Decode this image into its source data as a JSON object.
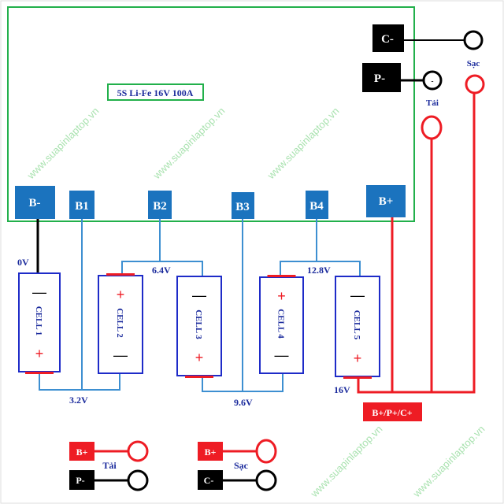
{
  "board": {
    "label": "5S Li-Fe 16V 100A",
    "pads": [
      "B-",
      "B1",
      "B2",
      "B3",
      "B4",
      "B+"
    ],
    "charge_neg": "C-",
    "load_neg": "P-"
  },
  "terminals": {
    "charge": "Sạc",
    "load": "Tải",
    "plus": "+",
    "minus": "-"
  },
  "cells": [
    "CELL 1",
    "CELL 2",
    "CELL 3",
    "CELL 4",
    "CELL 5"
  ],
  "voltages": {
    "v0": "0V",
    "v1": "3.2V",
    "v2": "6.4V",
    "v3": "9.6V",
    "v4": "12.8V",
    "v5": "16V"
  },
  "common_positive": "B+/P+/C+",
  "legend": {
    "load": {
      "pos": "B+",
      "neg": "P-",
      "label": "Tải"
    },
    "charge": {
      "pos": "B+",
      "neg": "C-",
      "label": "Sạc"
    }
  },
  "watermark": "www.suapinlaptop.vn",
  "colors": {
    "board": "#22b04b",
    "pad": "#1b73be",
    "wire": "#3d8fd1",
    "red": "#ee1c24",
    "cell": "#1e2bc8",
    "text": "#1a2a9c"
  }
}
